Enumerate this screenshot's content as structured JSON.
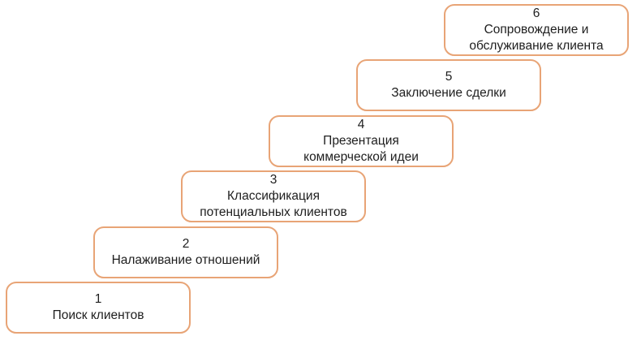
{
  "diagram": {
    "type": "staircase-process",
    "steps": [
      {
        "number": "1",
        "label": "Поиск клиентов"
      },
      {
        "number": "2",
        "label": "Налаживание отношений"
      },
      {
        "number": "3",
        "label": "Классификация\nпотенциальных клиентов"
      },
      {
        "number": "4",
        "label": "Презентация\nкоммерческой идеи"
      },
      {
        "number": "5",
        "label": "Заключение сделки"
      },
      {
        "number": "6",
        "label": "Сопровождение и\nобслуживание клиента"
      }
    ],
    "colors": {
      "border": "#e8a476",
      "text": "#1e1e1e",
      "background": "#ffffff"
    }
  }
}
